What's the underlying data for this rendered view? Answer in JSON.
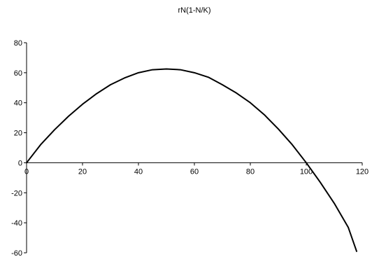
{
  "chart_data": {
    "type": "line",
    "title": "rN(1-N/K)",
    "xlabel": "",
    "ylabel": "",
    "xlim": [
      0,
      120
    ],
    "ylim": [
      -60,
      80
    ],
    "x_ticks": [
      0,
      20,
      40,
      60,
      80,
      100,
      120
    ],
    "y_ticks": [
      80,
      60,
      40,
      20,
      0,
      -20,
      -40,
      -60
    ],
    "x_tick_labels": [
      "0",
      "20",
      "40",
      "60",
      "80",
      "100",
      "120"
    ],
    "y_tick_labels": [
      "80",
      "60",
      "40",
      "20",
      "0",
      "-20",
      "-40",
      "-60"
    ],
    "grid": false,
    "legend": "none",
    "series": [
      {
        "color": "#000000",
        "x": [
          0,
          5,
          10,
          15,
          20,
          25,
          30,
          35,
          40,
          45,
          50,
          55,
          60,
          65,
          70,
          75,
          80,
          85,
          90,
          95,
          100,
          105,
          110,
          115,
          118
        ],
        "y": [
          0,
          12,
          22,
          31,
          39,
          46,
          52,
          56.5,
          60,
          62,
          62.5,
          62,
          60,
          57,
          52,
          46.5,
          40,
          32,
          22.5,
          12,
          0,
          -13,
          -27,
          -43,
          -59
        ]
      }
    ]
  }
}
